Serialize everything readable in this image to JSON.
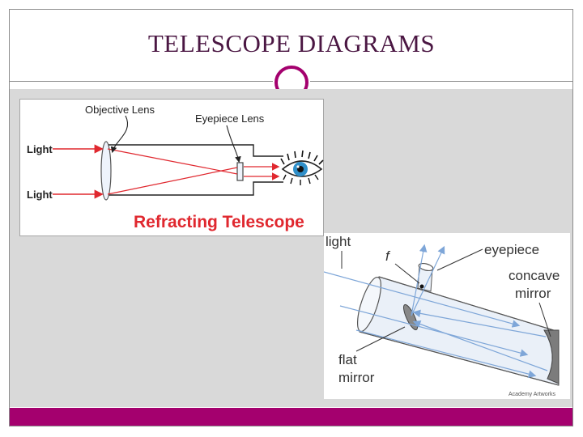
{
  "slide": {
    "title": "TELESCOPE DIAGRAMS",
    "accent_color": "#a4006e",
    "background_color": "#d9d9d9"
  },
  "refracting": {
    "objective_label": "Objective Lens",
    "eyepiece_label": "Eyepiece Lens",
    "light_label_top": "Light",
    "light_label_bottom": "Light",
    "caption": "Refracting Telescope",
    "arrow_color": "#e0282f",
    "caption_color": "#e0282f"
  },
  "reflecting": {
    "light_label": "light",
    "focus_label": "f",
    "eyepiece_label": "eyepiece",
    "concave_label_line1": "concave",
    "concave_label_line2": "mirror",
    "flat_label_line1": "flat",
    "flat_label_line2": "mirror",
    "credit": "Academy Artworks",
    "ray_color": "#7ea6d8"
  }
}
